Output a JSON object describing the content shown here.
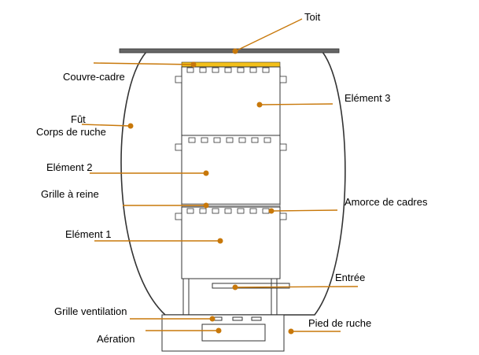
{
  "colors": {
    "leader": "#c8780a",
    "outline": "#333333",
    "roof_fill": "#666666",
    "cover_fill": "#f3c01a",
    "background": "#ffffff"
  },
  "labels": {
    "toit": "Toit",
    "couvre_cadre": "Couvre-cadre",
    "fut": "Fût",
    "corps_de_ruche": "Corps de ruche",
    "element_3": "Elément 3",
    "element_2": "Elément 2",
    "grille_a_reine": "Grille à reine",
    "amorce_de_cadres": "Amorce de cadres",
    "element_1": "Elément 1",
    "entree": "Entrée",
    "grille_ventilation": "Grille ventilation",
    "aeration": "Aération",
    "pied_de_ruche": "Pied de ruche"
  }
}
